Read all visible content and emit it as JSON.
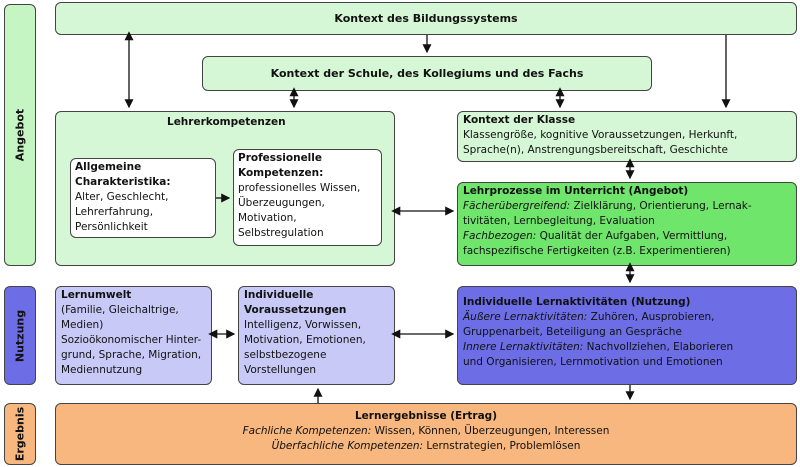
{
  "side_labels": {
    "angebot": "Angebot",
    "nutzung": "Nutzung",
    "ergebnis": "Ergebnis"
  },
  "kontext_bildung": "Kontext des Bildungssystems",
  "kontext_schule": "Kontext der Schule, des Kollegiums und des Fachs",
  "lehrerkompetenzen": {
    "title": "Lehrerkompetenzen",
    "allgemein": {
      "title_1": "Allgemeine",
      "title_2": "Charakteristika:",
      "lines": [
        "Alter, Geschlecht,",
        "Lehrerfahrung,",
        "Persönlichkeit"
      ]
    },
    "professionell": {
      "title_1": "Professionelle",
      "title_2": "Kompetenzen:",
      "lines": [
        "professionelles Wissen,",
        "Überzeugungen,",
        "Motivation,",
        "Selbstregulation"
      ]
    }
  },
  "kontext_klasse": {
    "title": "Kontext der Klasse",
    "lines": [
      "Klassengröße, kognitive Voraussetzungen, Herkunft,",
      "Sprache(n), Anstrengungsbereitschaft, Geschichte"
    ]
  },
  "lehrprozesse": {
    "title": "Lehrprozesse im Unterricht (Angebot)",
    "f1_label": "Fächerübergreifend:",
    "f1_line1": " Zielklärung, Orientierung, Lernak-",
    "f1_line2": "tivitäten, Lernbegleitung, Evaluation",
    "f2_label": "Fachbezogen:",
    "f2_line1": " Qualität der Aufgaben, Vermittlung,",
    "f2_line2": "fachspezifische Fertigkeiten (z.B. Experimentieren)"
  },
  "lernumwelt": {
    "title": "Lernumwelt",
    "lines": [
      "(Familie, Gleichaltrige,",
      "Medien)",
      "Sozioökonomischer Hinter-",
      "grund, Sprache, Migration,",
      "Mediennutzung"
    ]
  },
  "individuelle_voraussetzungen": {
    "title_1": "Individuelle",
    "title_2": "Voraussetzungen",
    "lines": [
      "Intelligenz, Vorwissen,",
      "Motivation, Emotionen,",
      "selbstbezogene",
      "Vorstellungen"
    ]
  },
  "lernaktivitaeten": {
    "title": "Individuelle Lernaktivitäten (Nutzung)",
    "a_label": "Äußere Lernaktivitäten:",
    "a_line1": " Zuhören, Ausprobieren,",
    "a_line2": "Gruppenarbeit, Beteiligung an Gespräche",
    "b_label": "Innere Lernaktivitäten:",
    "b_line1": " Nachvollziehen, Elaborieren",
    "b_line2": "und Organisieren, Lernmotivation und Emotionen"
  },
  "lernergebnisse": {
    "title": "Lernergebnisse (Ertrag)",
    "a_label": "Fachliche Kompetenzen:",
    "a_text": " Wissen, Können, Überzeugungen, Interessen",
    "b_label": "Überfachliche Kompetenzen:",
    "b_text": " Lernstrategien, Problemlösen"
  },
  "colors": {
    "green_light": "#d6f7d6",
    "green_mid": "#c6f5c4",
    "green_dark": "#6fe56c",
    "blue_light": "#c9c9f7",
    "blue_dark": "#6d6ee6",
    "orange": "#f7b77e"
  }
}
